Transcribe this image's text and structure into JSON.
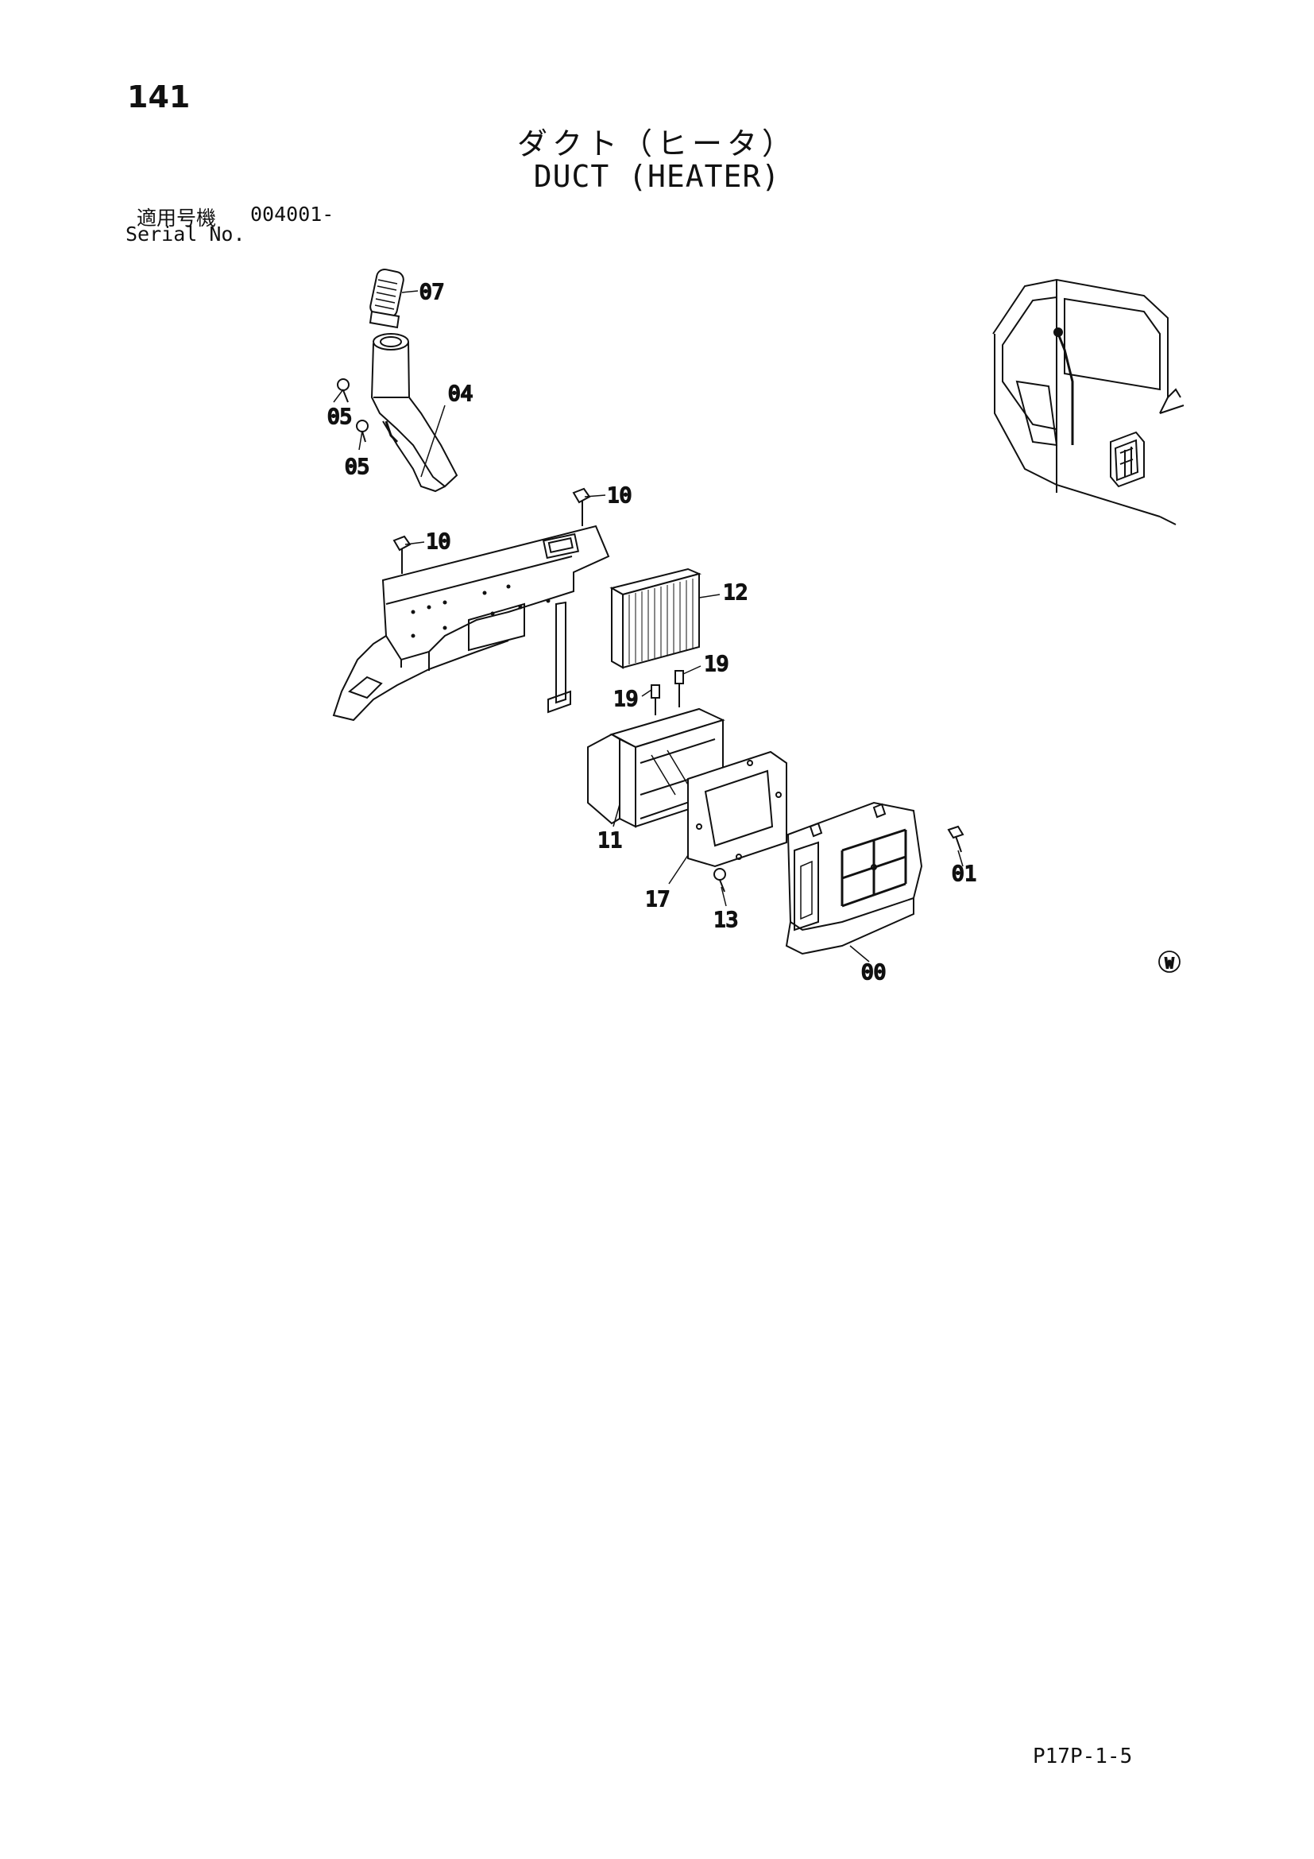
{
  "header": {
    "page_number": "141",
    "title_jp": "ダクト（ヒータ）",
    "title_en": "DUCT (HEATER)",
    "serial_label_jp": "適用号機",
    "serial_value": "004001-",
    "serial_label_en": "Serial No."
  },
  "callouts": [
    {
      "id": "07",
      "text": "07"
    },
    {
      "id": "04",
      "text": "04"
    },
    {
      "id": "05a",
      "text": "05"
    },
    {
      "id": "05b",
      "text": "05"
    },
    {
      "id": "10a",
      "text": "10"
    },
    {
      "id": "10b",
      "text": "10"
    },
    {
      "id": "12",
      "text": "12"
    },
    {
      "id": "19a",
      "text": "19"
    },
    {
      "id": "19b",
      "text": "19"
    },
    {
      "id": "11",
      "text": "11"
    },
    {
      "id": "17",
      "text": "17"
    },
    {
      "id": "13",
      "text": "13"
    },
    {
      "id": "01",
      "text": "01"
    },
    {
      "id": "00",
      "text": "00"
    }
  ],
  "watermark_symbol": "W",
  "footer": {
    "code": "P17P-1-5"
  },
  "colors": {
    "ink": "#111111",
    "paper": "#ffffff"
  }
}
